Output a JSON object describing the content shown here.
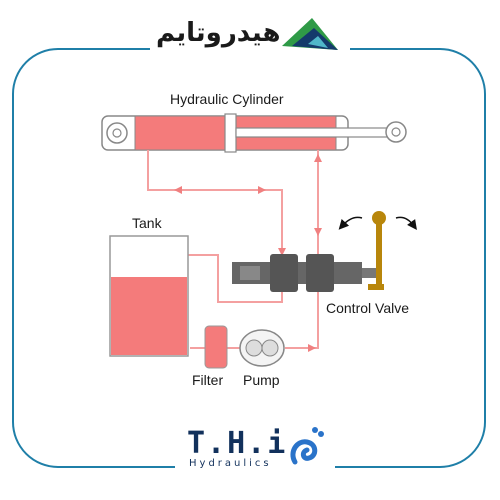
{
  "brand": {
    "name": "هیدروتایم",
    "icon": "triangle-logo-icon",
    "colors": {
      "green": "#2f9a47",
      "navy": "#143a6b",
      "teal": "#4fb7c9"
    }
  },
  "diagram": {
    "labels": {
      "cylinder": "Hydraulic Cylinder",
      "tank": "Tank",
      "control_valve": "Control Valve",
      "filter": "Filter",
      "pump": "Pump"
    },
    "colors": {
      "fluid": "#f47b7b",
      "line": "#f4a0a0",
      "valve": "#666666",
      "lever": "#b8860b",
      "frame": "#1f7fa8"
    }
  },
  "footer": {
    "brand": "T.H.i",
    "subtitle": "Hydraulics",
    "icon": "thi-swirl-logo-icon"
  }
}
